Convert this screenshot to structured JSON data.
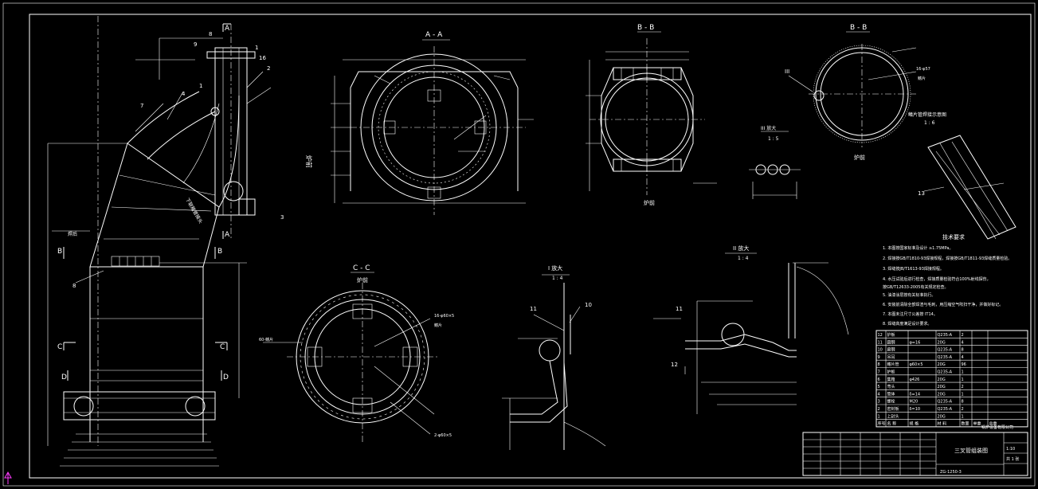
{
  "section_labels": {
    "aa_title": "A - A",
    "bb_title_1": "B - B",
    "bb_title_2": "B - B",
    "cc_title": "C - C",
    "detail_i": "I 放大",
    "detail_ii": "II 放大",
    "scale_i": "1 : 4",
    "scale_ii": "1 : 4",
    "scale_iii": "1 : 5",
    "scale_iv": "1 : 6",
    "cut_a": "A",
    "cut_b": "B",
    "cut_c": "C",
    "cut_d": "D"
  },
  "annotations": {
    "furnace_front_1": "炉前",
    "furnace_front_2": "炉前",
    "furnace_front_3": "炉前",
    "furnace_front_4": "炉前",
    "weld_note": "焊后",
    "fin_label": "鳍片管焊接示意图"
  },
  "tech_req": {
    "title": "技术要求",
    "items": [
      "1. 本图按国家标准及设计 ≥1.75MPa。",
      "2. 焊接按GB/T1810-93焊接规程，焊接按GB/T1811-93焊缝质量检验。",
      "3. 焊缝按JB/T1613-93焊接规程。",
      "4. 水压试验后进行检查，焊接质量检验符合100%射线探伤，",
      "   按GB/T12633-2005有关规定检查。",
      "5. 油漆涂层按有关标准执行。",
      "6. 安装前清除全部焊渣与毛刺，用压缩空气吹扫干净，并做好标记。",
      "7. 本图未注尺寸公差按 IT14。",
      "8. 焊缝高度满足设计要求。"
    ]
  },
  "parts_table": {
    "rows": [
      [
        "12",
        "护板",
        "",
        "Q235-A",
        "2",
        "",
        ""
      ],
      [
        "11",
        "圆钢",
        "φ=16",
        "20G",
        "4",
        "",
        ""
      ],
      [
        "10",
        "扁钢",
        "",
        "Q235-A",
        "8",
        "",
        ""
      ],
      [
        "9",
        "吊耳",
        "",
        "Q235-A",
        "4",
        "",
        ""
      ],
      [
        "8",
        "鳍片管",
        "φ60×5",
        "20G",
        "96",
        "",
        ""
      ],
      [
        "7",
        "护板",
        "",
        "Q235-A",
        "1",
        "",
        ""
      ],
      [
        "6",
        "集箱",
        "φ426",
        "20G",
        "1",
        "",
        ""
      ],
      [
        "5",
        "弯头",
        "",
        "20G",
        "2",
        "",
        ""
      ],
      [
        "4",
        "筒体",
        "δ=14",
        "20G",
        "1",
        "",
        ""
      ],
      [
        "3",
        "螺栓",
        "M20",
        "Q235-A",
        "8",
        "",
        ""
      ],
      [
        "2",
        "密封板",
        "δ=10",
        "Q235-A",
        "2",
        "",
        ""
      ],
      [
        "1",
        "上封头",
        "",
        "20G",
        "1",
        "",
        ""
      ]
    ],
    "header": [
      "序号",
      "名 称",
      "规 格",
      "材 料",
      "数量",
      "单重",
      "总重"
    ]
  },
  "title_block": {
    "drawing_title": "三叉管组装图",
    "drawing_no": "ZG-1250-3",
    "scale": "1:10",
    "sheet": "共 1 张",
    "company": "锅炉设备有限公司"
  },
  "colors": {
    "background": "#000000",
    "line": "#ffffff",
    "cursor": "#ff3cff"
  }
}
